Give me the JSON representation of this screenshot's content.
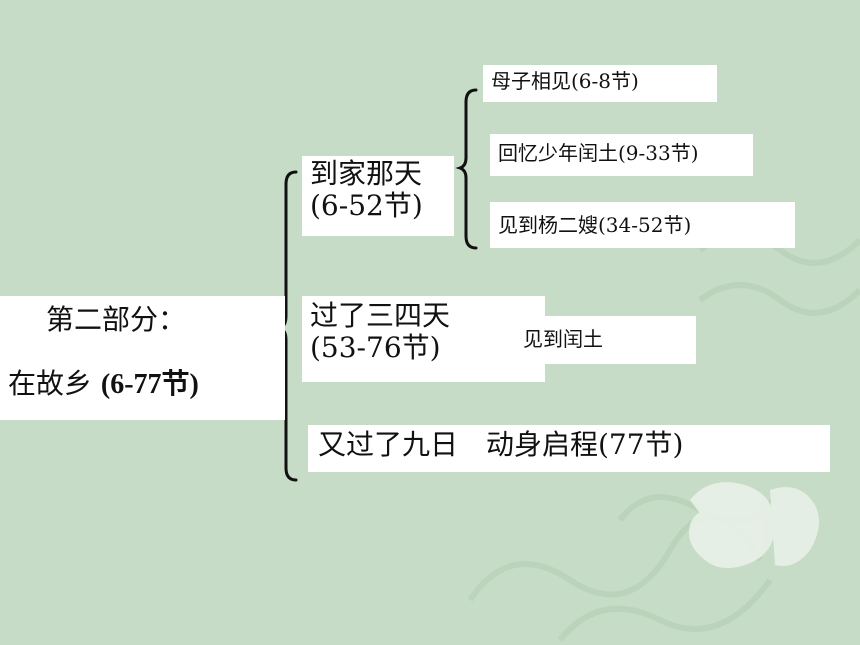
{
  "diagram": {
    "root": {
      "line1": "第二部分：",
      "line2_text": "在故乡 ",
      "line2_range": "(6-77节)"
    },
    "branches": [
      {
        "line1": "到家那天",
        "line2": "(6-52节)",
        "subs": [
          "母子相见(6-8节)",
          "回忆少年闰土(9-33节)",
          "见到杨二嫂(34-52节)"
        ]
      },
      {
        "line1": "过了三四天",
        "line2": "(53-76节)",
        "subs": [
          "见到闰土"
        ]
      },
      {
        "line1": "又过了九日　动身启程(77节)"
      }
    ]
  },
  "colors": {
    "background": "#c7dcc6",
    "box": "#ffffff",
    "brace": "#111111"
  }
}
